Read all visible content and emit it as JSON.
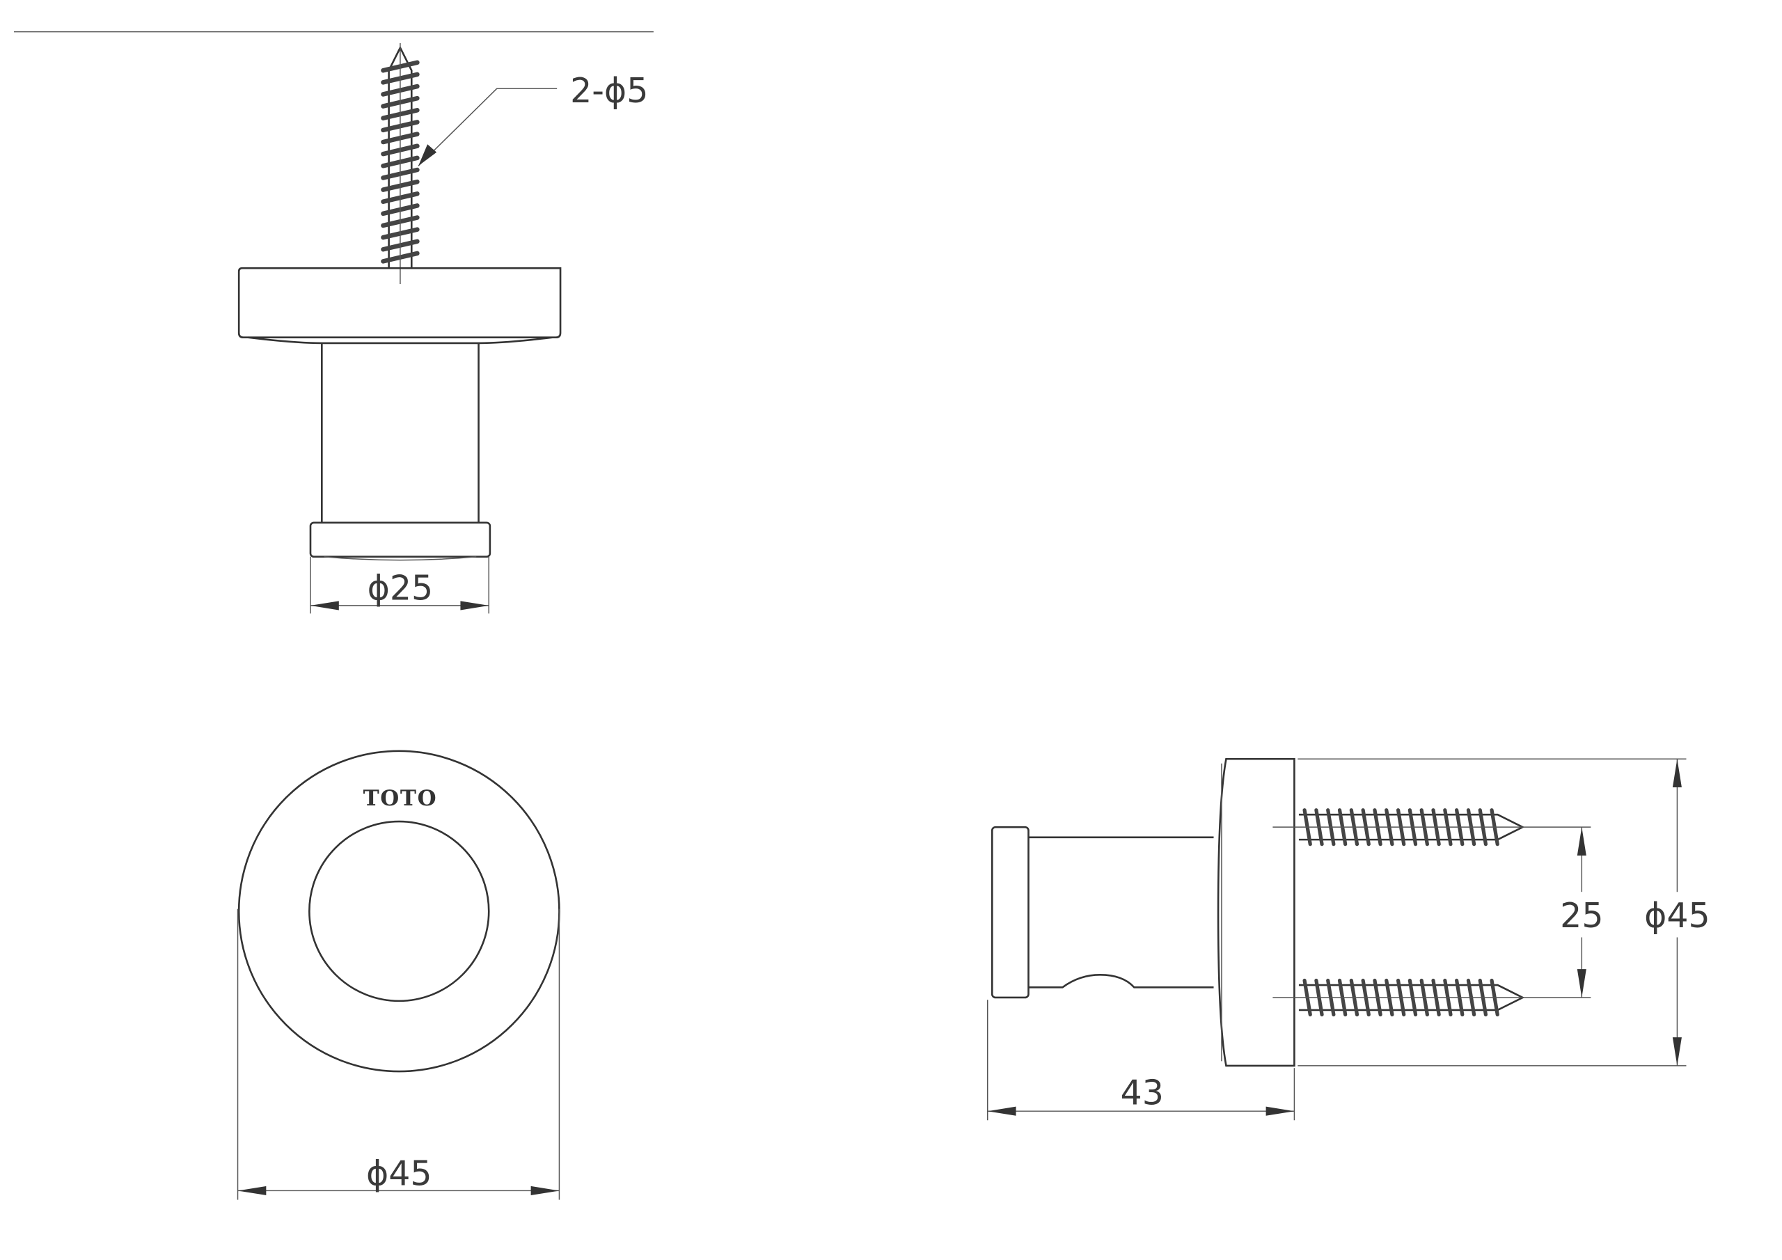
{
  "drawing": {
    "brand_logo": "TOTO",
    "top_view": {
      "screw_label": "2-ϕ5",
      "cap_diameter_label": "ϕ25"
    },
    "front_view": {
      "flange_diameter_label": "ϕ45"
    },
    "side_view": {
      "screw_spacing_label": "25",
      "flange_diameter_label": "ϕ45",
      "projection_label": "43"
    }
  },
  "colors": {
    "line": "#333333",
    "paper": "#ffffff"
  }
}
